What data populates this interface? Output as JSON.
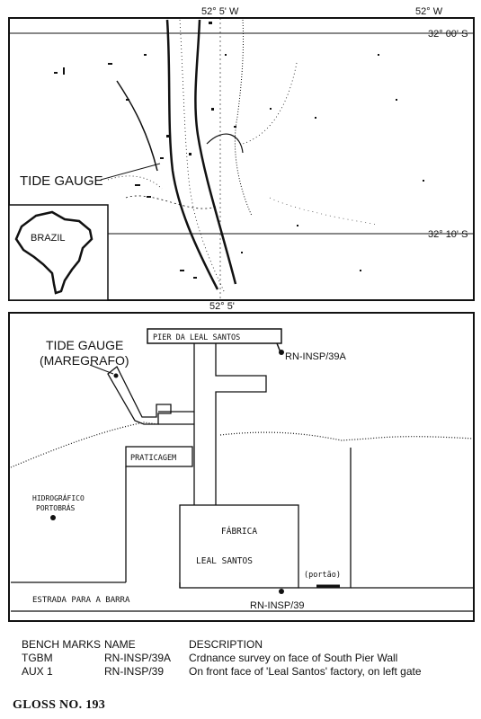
{
  "top_map": {
    "lon_top_1": "52° 5' W",
    "lon_top_2": "52°  W",
    "lat_1": "32° 00' S",
    "lat_2": "32° 10' S",
    "lon_bottom": "52° 5'",
    "tide_gauge_label": "TIDE GAUGE",
    "inset_label": "BRAZIL"
  },
  "bottom_map": {
    "tide_gauge_line1": "TIDE GAUGE",
    "tide_gauge_line2": "(MAREGRAFO)",
    "pier_label": "PIER DA LEAL SANTOS",
    "rn_39a": "RN-INSP/39A",
    "praticagem": "PRATICAGEM",
    "hidro_line1": "HIDROGRÁFICO",
    "hidro_line2": "PORTOBRÁS",
    "fabrica_line1": "FÁBRICA",
    "fabrica_line2": "LEAL SANTOS",
    "portao": "(portão)",
    "estrada": "ESTRADA PARA A BARRA",
    "rn_39": "RN-INSP/39"
  },
  "legend": {
    "headers": [
      "BENCH MARKS",
      "NAME",
      "DESCRIPTION"
    ],
    "rows": [
      [
        "TGBM",
        "RN-INSP/39A",
        "Crdnance survey on face of South Pier Wall"
      ],
      [
        "AUX 1",
        "RN-INSP/39",
        "On front face of 'Leal Santos' factory, on left gate"
      ]
    ]
  },
  "footer": {
    "gloss": "GLOSS NO. 193"
  },
  "colors": {
    "ink": "#111111",
    "paper": "#ffffff"
  }
}
